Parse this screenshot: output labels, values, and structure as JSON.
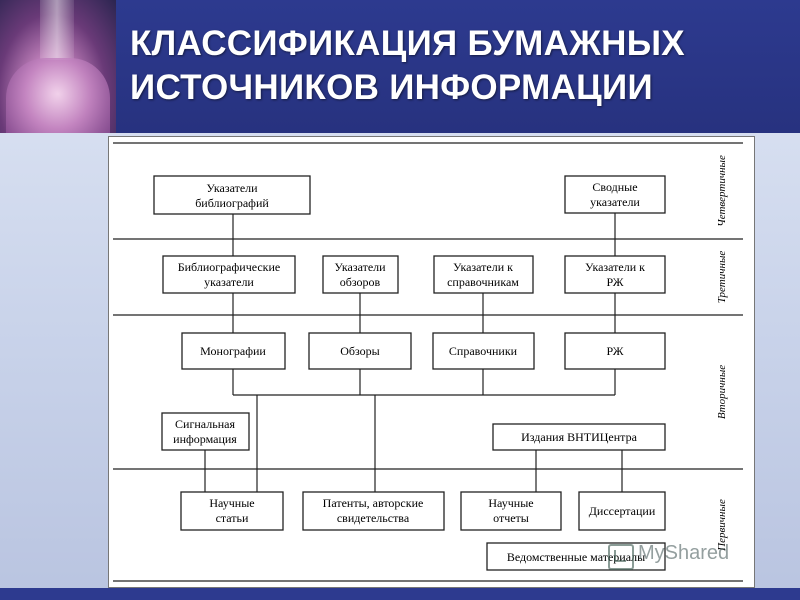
{
  "title": {
    "line1": "КЛАССИФИКАЦИЯ БУМАЖНЫХ",
    "line2": "ИСТОЧНИКОВ ИНФОРМАЦИИ"
  },
  "levels": [
    "Четвертичные",
    "Третичные",
    "Вторичные",
    "Первичные"
  ],
  "boxes": {
    "ukazateli_bibliografiy": [
      "Указатели",
      "библиографий"
    ],
    "svodnye_ukazateli": [
      "Сводные",
      "указатели"
    ],
    "bibliograficheskie_ukazateli": [
      "Библиографические",
      "указатели"
    ],
    "ukazateli_obzorov": [
      "Указатели",
      "обзоров"
    ],
    "ukazateli_k_spravochnikam": [
      "Указатели к",
      "справочникам"
    ],
    "ukazateli_k_rzh": [
      "Указатели к",
      "РЖ"
    ],
    "monografii": [
      "Монографии"
    ],
    "obzory": [
      "Обзоры"
    ],
    "spravochniki": [
      "Справочники"
    ],
    "rzh": [
      "РЖ"
    ],
    "signalnaya_informatsiya": [
      "Сигнальная",
      "информация"
    ],
    "izdaniya_vntitsentra": [
      "Издания ВНТИЦентра"
    ],
    "nauchnye_stati": [
      "Научные",
      "статьи"
    ],
    "patenty": [
      "Патенты, авторские",
      "свидетельства"
    ],
    "nauchnye_otchety": [
      "Научные",
      "отчеты"
    ],
    "dissertatsii": [
      "Диссертации"
    ],
    "vedomstvennye_materialy": [
      "Ведомственные материалы"
    ]
  },
  "watermark": "MyShared"
}
